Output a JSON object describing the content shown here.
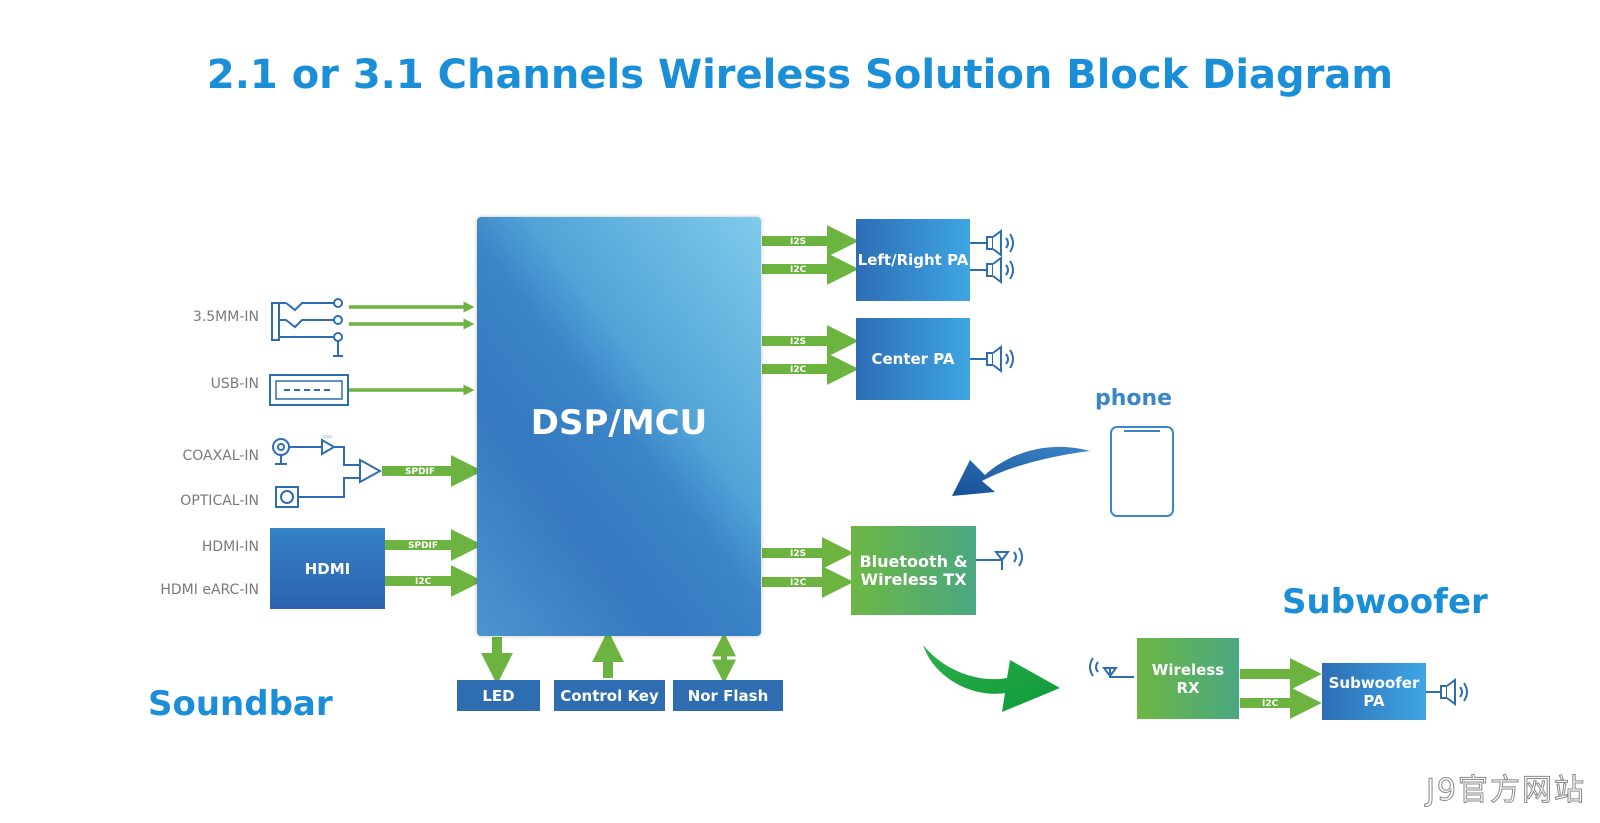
{
  "title": "2.1 or 3.1 Channels Wireless Solution Block Diagram",
  "soundbar_label": "Soundbar",
  "subwoofer_label": "Subwoofer",
  "phone_label": "phone",
  "dsp_label": "DSP/MCU",
  "inputs": {
    "mm35": "3.5MM-IN",
    "usb": "USB-IN",
    "coaxal": "COAXAL-IN",
    "optical": "OPTICAL-IN",
    "hdmi_in": "HDMI-IN",
    "hdmi_earc": "HDMI eARC-IN"
  },
  "blocks": {
    "hdmi": "HDMI",
    "left_right_pa": "Left/Right PA",
    "center_pa": "Center PA",
    "bt_line1": "Bluetooth &",
    "bt_line2": "Wireless TX",
    "wireless_rx_line1": "Wireless",
    "wireless_rx_line2": "RX",
    "sub_pa_line1": "Subwoofer",
    "sub_pa_line2": "PA",
    "led": "LED",
    "control_key": "Control Key",
    "nor_flash": "Nor Flash"
  },
  "signals": {
    "i2s": "I2S",
    "i2c": "I2C",
    "spdif": "SPDIF"
  },
  "watermark": "J9官方网站",
  "colors": {
    "title": "#1a8fd8",
    "arrow_green": "#6db33f",
    "pa_blue": "#2d6db6",
    "green_block": "#6cb744",
    "navy_block": "#2f6db2"
  }
}
